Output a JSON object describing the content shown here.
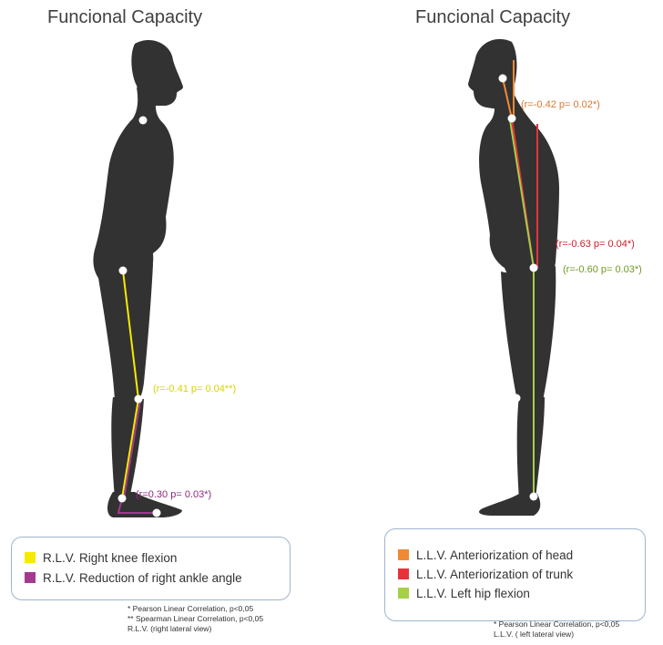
{
  "left": {
    "title": "Funcional Capacity",
    "annotations": [
      {
        "text": "(r=-0.41 p= 0.04**)",
        "color": "#d6d400"
      },
      {
        "text": "(r=0.30 p= 0.03*)",
        "color": "#8b2a7e"
      }
    ],
    "legend": [
      {
        "label": "R.L.V. Right knee flexion",
        "color": "#f5eb00"
      },
      {
        "label": "R.L.V. Reduction of right ankle angle",
        "color": "#a23a90"
      }
    ],
    "footnotes": [
      "*  Pearson Linear Correlation, p<0,05",
      "** Spearman Linear Correlation, p<0,05",
      "   R.L.V. (right lateral view)"
    ]
  },
  "right": {
    "title": "Funcional Capacity",
    "annotations": [
      {
        "text": "(r=-0.42 p= 0.02*)",
        "color": "#d9762e"
      },
      {
        "text": "(r=-0.63 p= 0.04*)",
        "color": "#c8202a"
      },
      {
        "text": "(r=-0.60 p= 0.03*)",
        "color": "#6f9a1e"
      }
    ],
    "legend": [
      {
        "label": "L.L.V. Anteriorization of head",
        "color": "#f08a35"
      },
      {
        "label": "L.L.V. Anteriorization of trunk",
        "color": "#e8323a"
      },
      {
        "label": "L.L.V. Left hip flexion",
        "color": "#a6cf4a"
      }
    ],
    "footnotes": [
      "*  Pearson Linear Correlation, p<0,05",
      "   L.L.V. ( left lateral view)"
    ]
  }
}
